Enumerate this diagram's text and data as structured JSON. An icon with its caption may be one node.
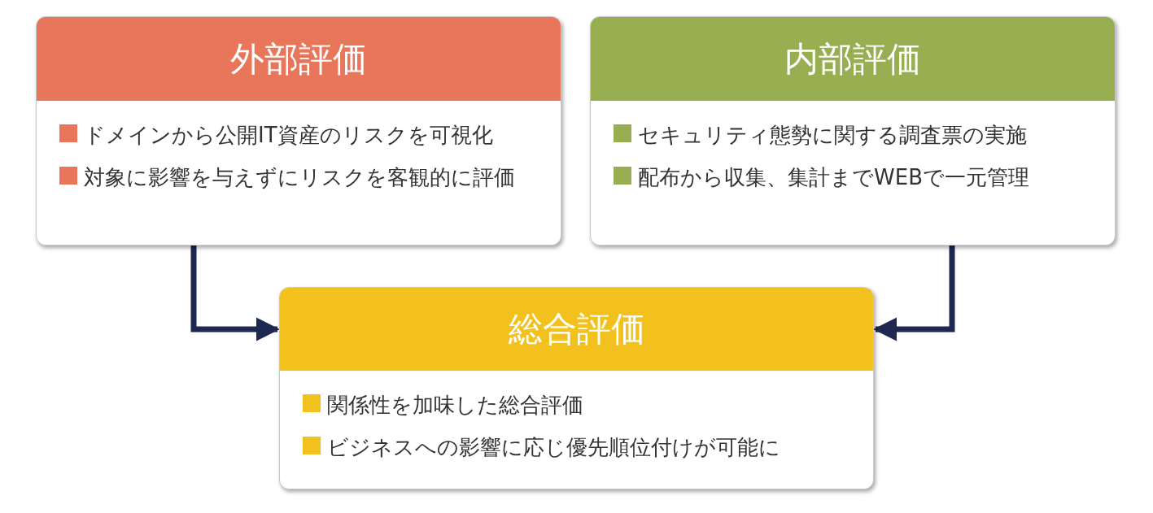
{
  "diagram": {
    "nodes": [
      {
        "text": [
          "外部評価",
          "ドメインから公開IT資産のリスクを可視化",
          "対象に影響を与えずにリスクを客観的に評価"
        ]
      },
      {
        "text": [
          "内部評価",
          "セキュリティ態勢に関する調査票の実施",
          "配布から収集、集計までWEBで一元管理"
        ]
      },
      {
        "text": [
          "総合評価",
          "関係性を加味した総合評価",
          "ビジネスへの影響に応じ優先順位付けが可能に"
        ]
      }
    ],
    "edges": [
      {
        "from": 0,
        "to": 2,
        "arrow": "to"
      },
      {
        "from": 1,
        "to": 2,
        "arrow": "to"
      }
    ]
  }
}
